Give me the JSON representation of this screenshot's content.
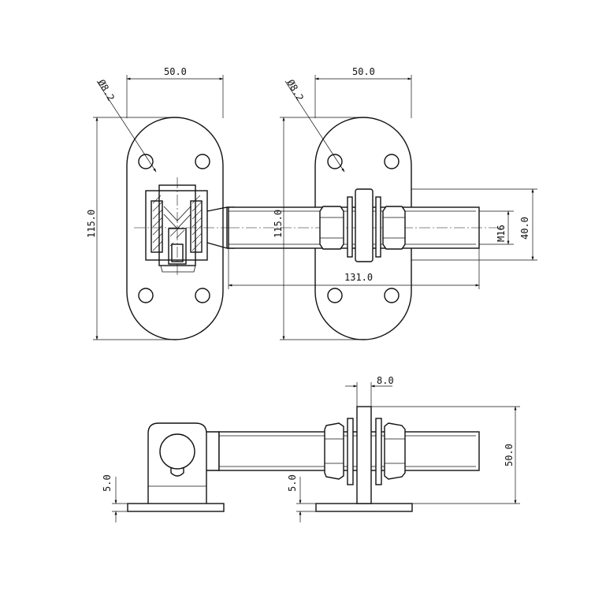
{
  "dimensions": {
    "top_left_width": "50.0",
    "top_left_hole": "Ø8.2",
    "top_left_height": "115.0",
    "top_right_width": "50.0",
    "top_right_hole": "Ø8.2",
    "top_right_height": "115.0",
    "rod_length": "131.0",
    "thread": "M16",
    "rod_span": "40.0",
    "plate_thickness": "8.0",
    "side_height": "50.0",
    "left_base": "5.0",
    "right_base": "5.0"
  }
}
